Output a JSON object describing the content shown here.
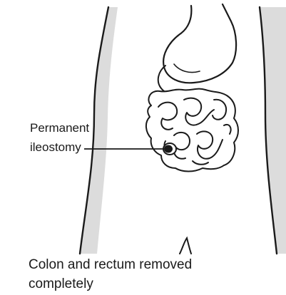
{
  "diagram": {
    "callout": {
      "line1": "Permanent",
      "line2": "ileostomy"
    },
    "caption": {
      "line1": "Colon and rectum removed",
      "line2": "completely"
    },
    "colors": {
      "outline": "#1a1a1a",
      "body_shading": "#dcdcdc",
      "stoma": "#1a1a1a"
    }
  }
}
